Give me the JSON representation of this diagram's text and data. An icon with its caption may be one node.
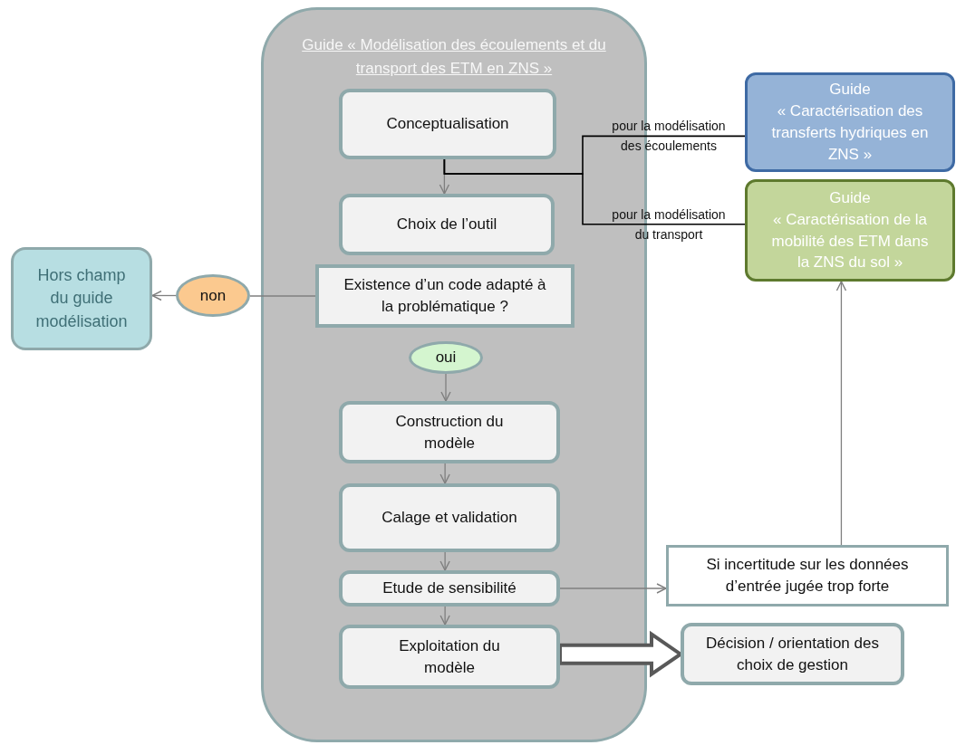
{
  "diagram": {
    "nodes": [
      {
        "text": [
          "Guide « Modélisation des écoulements et du transport des ETM en ZNS »"
        ]
      },
      {
        "text": [
          "Conceptualisation"
        ],
        "in": 0
      },
      {
        "text": [
          "Choix de l’outil"
        ],
        "in": 0
      },
      {
        "text": [
          "Existence d’un code adapté à la problématique ?"
        ],
        "in": 0
      },
      {
        "text": [
          "oui"
        ],
        "in": 0
      },
      {
        "text": [
          "Construction du modèle"
        ],
        "in": 0
      },
      {
        "text": [
          "Calage et validation"
        ],
        "in": 0
      },
      {
        "text": [
          "Etude de sensibilité"
        ],
        "in": 0
      },
      {
        "text": [
          "Exploitation du modèle"
        ],
        "in": 0
      },
      {
        "text": [
          "non"
        ]
      },
      {
        "text": [
          "Hors champ du guide modélisation"
        ]
      },
      {
        "text": [
          "Guide",
          "« Caractérisation des transferts hydriques en ZNS »"
        ]
      },
      {
        "text": [
          "Guide",
          "« Caractérisation de la mobilité des ETM dans la ZNS du sol »"
        ]
      },
      {
        "text": [
          "Si incertitude sur les données d’entrée jugée trop forte"
        ]
      },
      {
        "text": [
          "Décision / orientation des choix de gestion"
        ]
      }
    ],
    "edges": [
      {
        "from": 1,
        "to": 2,
        "arrow": "to"
      },
      {
        "from": 1,
        "to": 11,
        "arrow": "none",
        "label": "pour la modélisation des écoulements",
        "color": "#000000"
      },
      {
        "from": 1,
        "to": 12,
        "arrow": "none",
        "label": "pour la modélisation du transport",
        "color": "#000000"
      },
      {
        "from": 3,
        "to": 9,
        "arrow": "none"
      },
      {
        "from": 9,
        "to": 10,
        "arrow": "to"
      },
      {
        "from": 4,
        "to": 5,
        "arrow": "to"
      },
      {
        "from": 5,
        "to": 6,
        "arrow": "to"
      },
      {
        "from": 6,
        "to": 7,
        "arrow": "to"
      },
      {
        "from": 7,
        "to": 8,
        "arrow": "to"
      },
      {
        "from": 7,
        "to": 13,
        "arrow": "to"
      },
      {
        "from": 13,
        "to": 12,
        "arrow": "to"
      },
      {
        "from": 8,
        "to": 14,
        "arrow": "to",
        "style": "thick"
      }
    ]
  }
}
